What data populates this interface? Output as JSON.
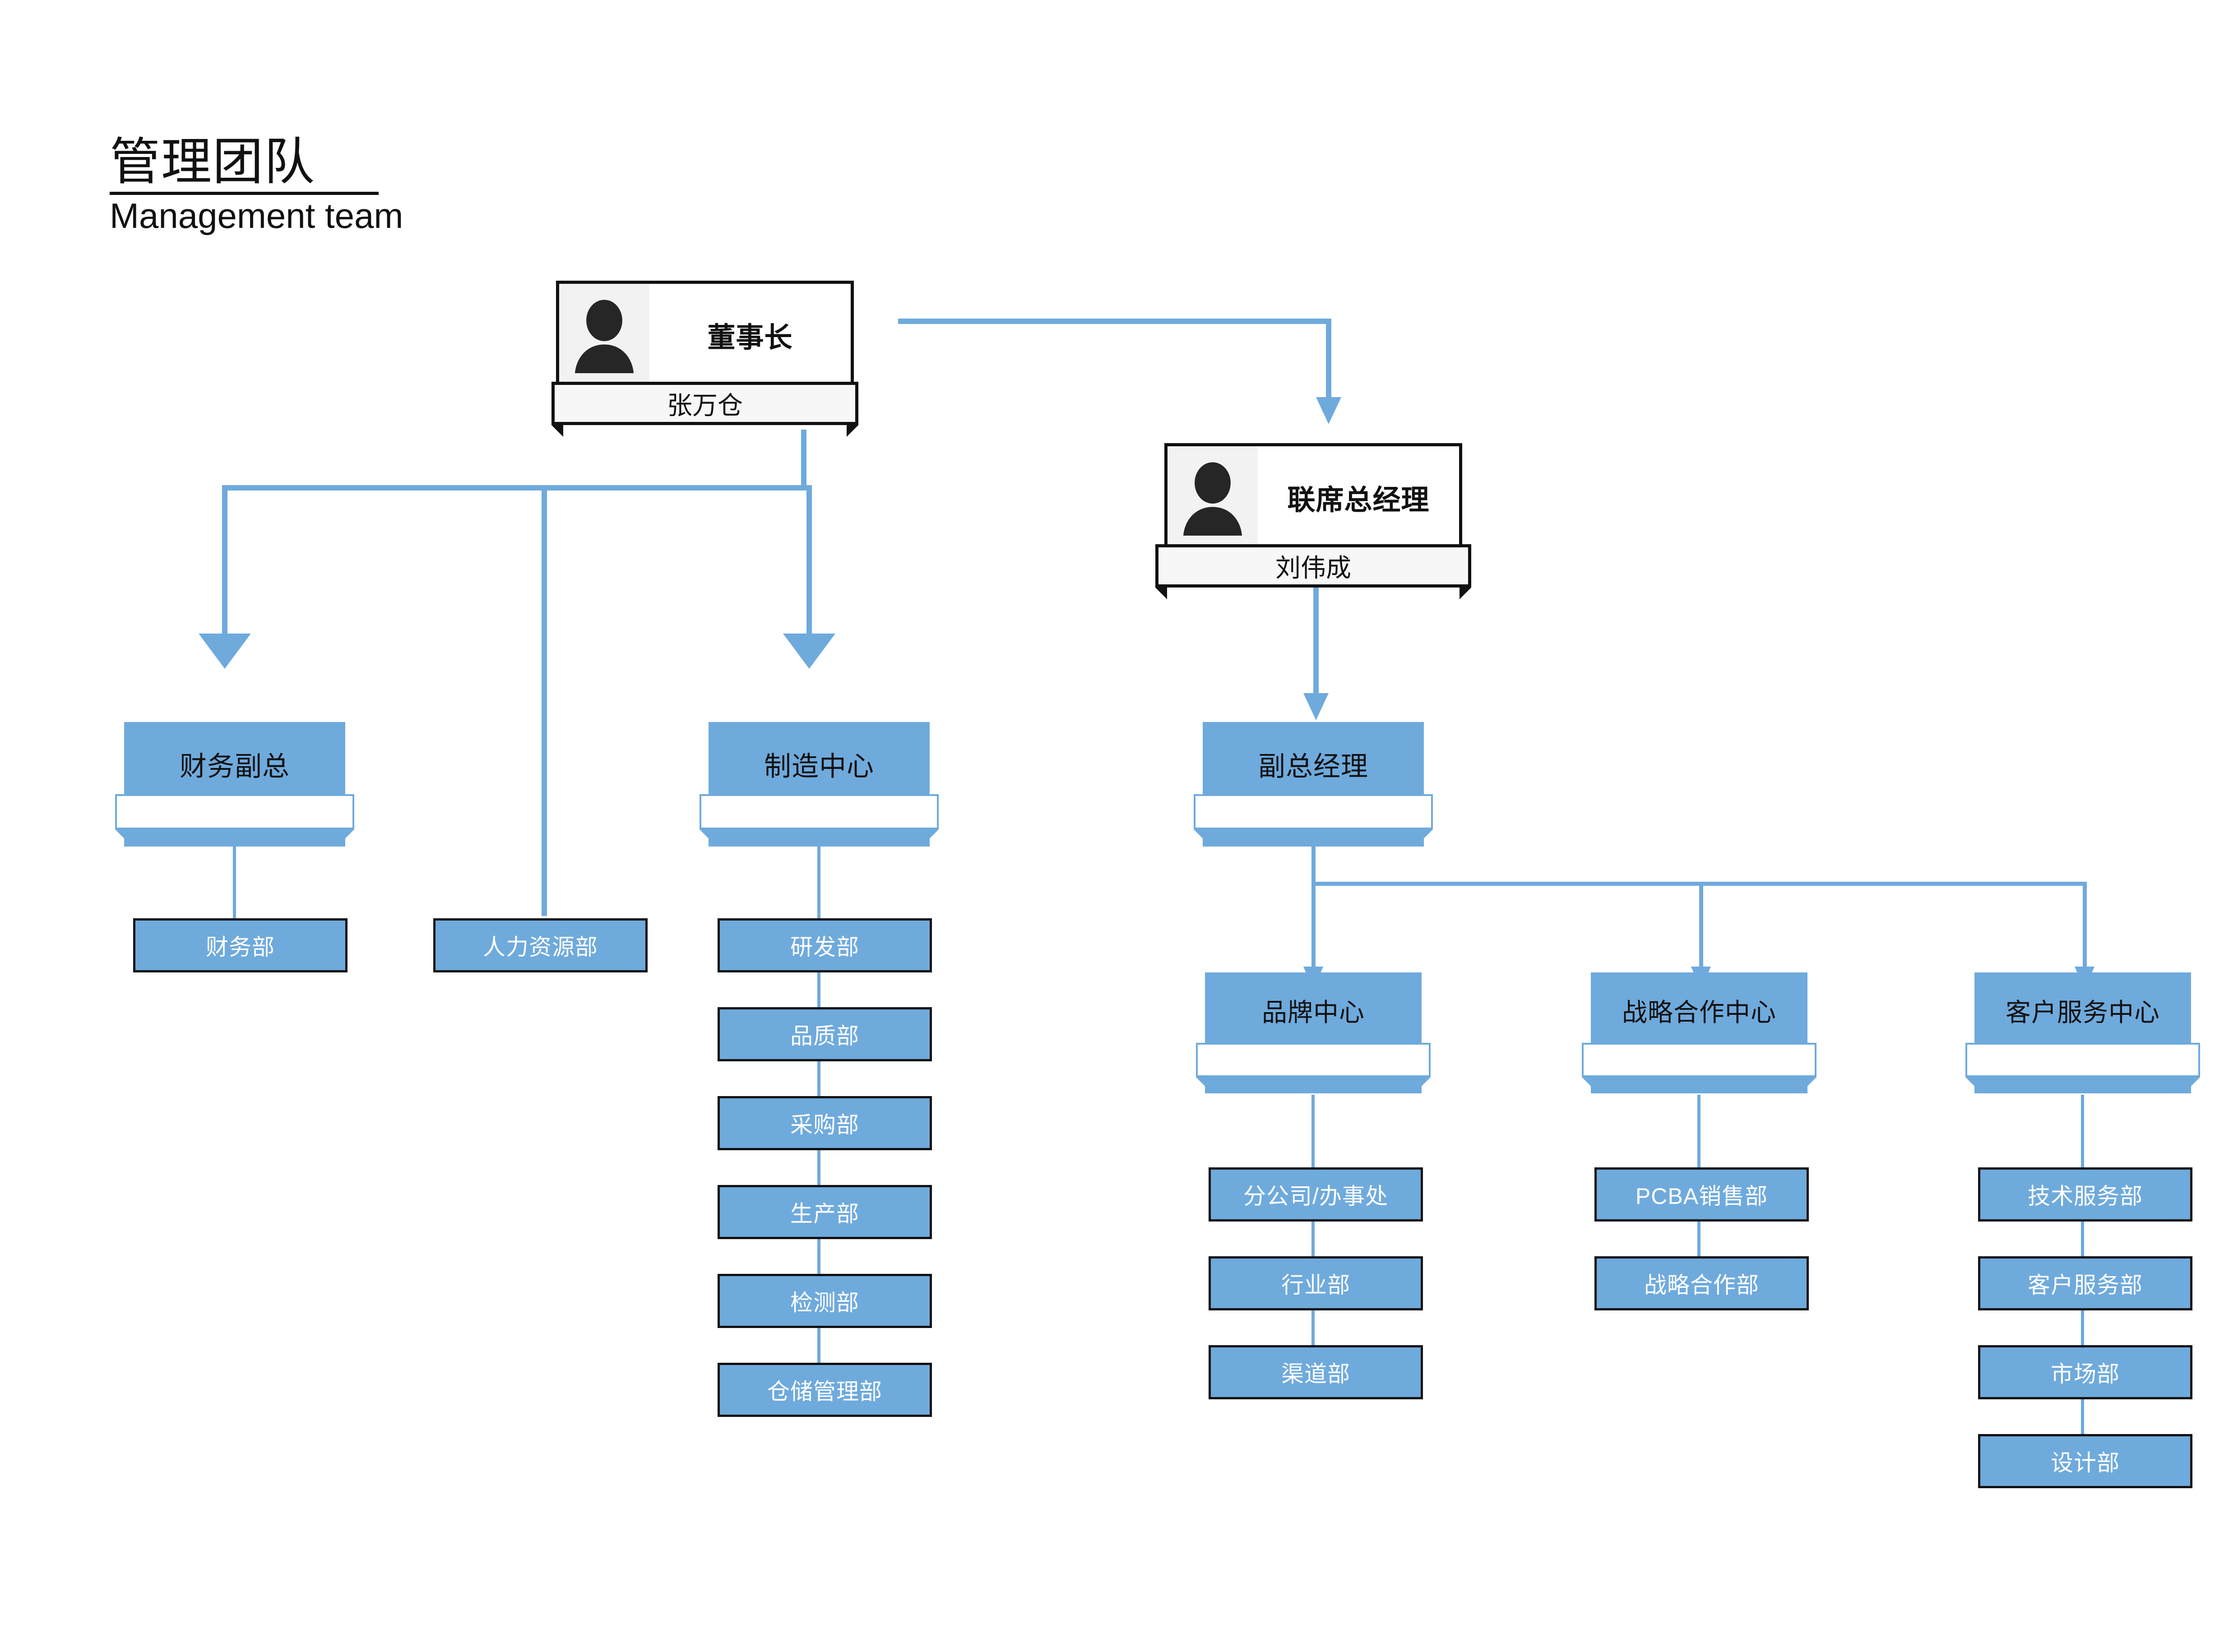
{
  "page": {
    "title_cn": "管理团队",
    "title_en": "Management team",
    "background": "#ffffff",
    "accent_blue": "#6FAADC",
    "line_color": "#6FAADC",
    "leaf_border": "#111111",
    "photo_bg": "#F2F2F2"
  },
  "executives": [
    {
      "id": "chairman",
      "title": "董事长",
      "name": "张万仓",
      "avatar_icon": "person-silhouette-icon"
    },
    {
      "id": "co-gm",
      "title": "联席总经理",
      "name": "刘伟成",
      "avatar_icon": "person-silhouette-icon"
    }
  ],
  "managers": [
    {
      "id": "finance-vp",
      "label": "财务副总"
    },
    {
      "id": "mfg-center",
      "label": "制造中心"
    },
    {
      "id": "deputy-gm",
      "label": "副总经理"
    },
    {
      "id": "brand-center",
      "label": "品牌中心"
    },
    {
      "id": "strategy-center",
      "label": "战略合作中心"
    },
    {
      "id": "service-center",
      "label": "客户服务中心"
    }
  ],
  "departments": {
    "finance_vp": [
      {
        "label": "财务部"
      }
    ],
    "direct_chairman": [
      {
        "label": "人力资源部"
      }
    ],
    "mfg_center": [
      {
        "label": "研发部"
      },
      {
        "label": "品质部"
      },
      {
        "label": "采购部"
      },
      {
        "label": "生产部"
      },
      {
        "label": "检测部"
      },
      {
        "label": "仓储管理部"
      }
    ],
    "brand_center": [
      {
        "label": "分公司/办事处"
      },
      {
        "label": "行业部"
      },
      {
        "label": "渠道部"
      }
    ],
    "strategy_center": [
      {
        "label": "PCBA销售部"
      },
      {
        "label": "战略合作部"
      }
    ],
    "service_center": [
      {
        "label": "技术服务部"
      },
      {
        "label": "客户服务部"
      },
      {
        "label": "市场部"
      },
      {
        "label": "设计部"
      }
    ]
  }
}
